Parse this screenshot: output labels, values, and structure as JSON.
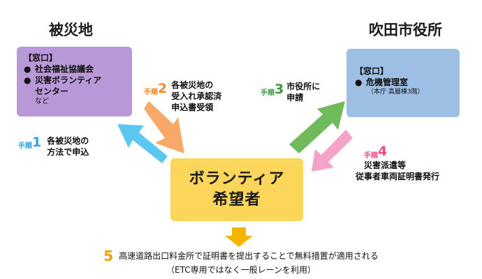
{
  "left": {
    "title": "被災地",
    "box_head": "【窓口】",
    "items": [
      "社会福祉協議会",
      "災害ボランティア",
      "センター"
    ],
    "extra": "など"
  },
  "right": {
    "title": "吹田市役所",
    "box_head": "【窓口】",
    "item": "危機管理室",
    "sub": "（本庁 高層棟3階）"
  },
  "center": {
    "line1": "ボランティア",
    "line2": "希望者"
  },
  "steps": [
    {
      "tag": "手順",
      "num": "1",
      "lines": [
        "各被災地の",
        "方法で申込"
      ],
      "color": "#2aa6dd"
    },
    {
      "tag": "手順",
      "num": "2",
      "lines": [
        "各被災地の",
        "受入れ承認済",
        "申込書受領"
      ],
      "color": "#f28a2e"
    },
    {
      "tag": "手順",
      "num": "3",
      "lines": [
        "市役所に",
        "申請"
      ],
      "color": "#3a9a3a"
    },
    {
      "tag": "手順",
      "num": "4",
      "lines": [
        "災害派遣等",
        "従事者車両証明書発行"
      ],
      "color": "#e84c8b"
    }
  ],
  "step5": {
    "num": "5",
    "line1": "高速道路出口料金所で証明書を提出することで無料措置が適用される",
    "line2": "（ETC専用ではなく一般レーンを利用）"
  },
  "colors": {
    "left_box": "#b898d6",
    "right_box": "#9dbfe4",
    "center_box": "#fcd65b",
    "arrow_blue": "#5bc8f2",
    "arrow_orange": "#f8a868",
    "arrow_green": "#6fba5a",
    "arrow_pink": "#f5a3c8",
    "arrow_down": "#f6b500"
  }
}
